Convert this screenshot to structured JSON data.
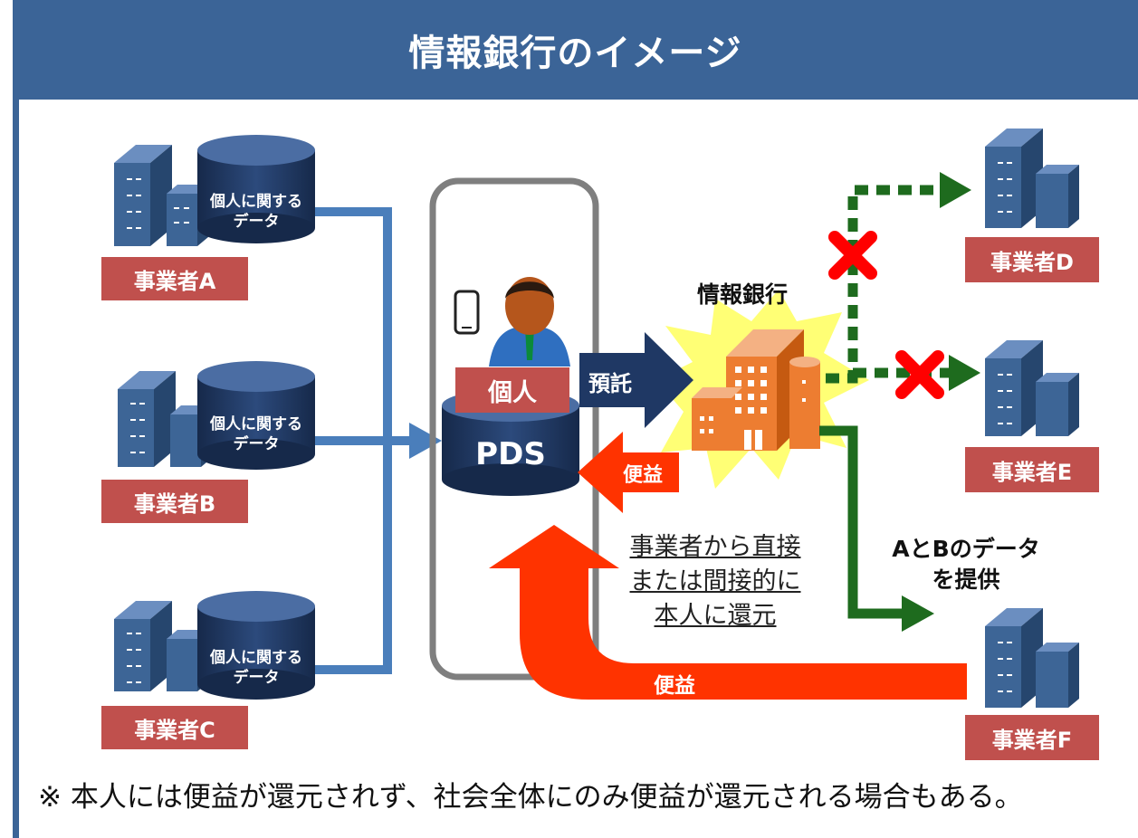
{
  "title": "情報銀行のイメージ",
  "sources": [
    {
      "db_label_line1": "個人に関する",
      "db_label_line2": "データ",
      "name": "事業者A"
    },
    {
      "db_label_line1": "個人に関する",
      "db_label_line2": "データ",
      "name": "事業者B"
    },
    {
      "db_label_line1": "個人に関する",
      "db_label_line2": "データ",
      "name": "事業者C"
    }
  ],
  "person": {
    "label": "個人",
    "pds": "PDS"
  },
  "flows": {
    "deposit": "預託",
    "benefit_small": "便益",
    "benefit_large": "便益"
  },
  "bank": {
    "label": "情報銀行"
  },
  "provide_text": {
    "line1": "AとBのデータ",
    "line2": "を提供"
  },
  "return_text": {
    "line1": "事業者から直接",
    "line2": "または間接的に",
    "line3": "本人に還元"
  },
  "recipients": [
    {
      "name": "事業者D",
      "blocked": true
    },
    {
      "name": "事業者E",
      "blocked": true
    },
    {
      "name": "事業者F",
      "blocked": false
    }
  ],
  "note": "※  本人には便益が還元されず、社会全体にのみ便益が還元される場合もある。",
  "colors": {
    "title_bg": "#3b6497",
    "label_red": "#c0504d",
    "db_navy": "#1f3864",
    "source_line": "#4a7ebb",
    "green": "#1e6b1e",
    "benefit_red": "#ff3300",
    "bank_orange": "#ed7d31",
    "glow_yellow": "#ffff66",
    "building_blue": "#3d6596"
  }
}
